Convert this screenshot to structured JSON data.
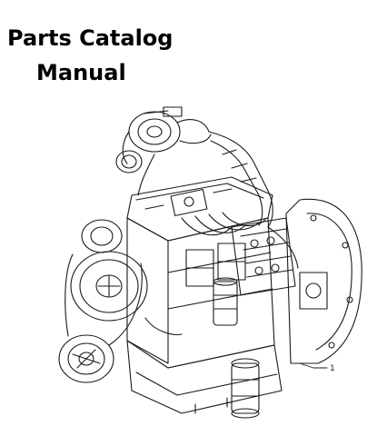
{
  "title": {
    "line1": "Parts Catalog",
    "line2": "Manual"
  },
  "illustration": {
    "subject": "engine-exploded-drawing",
    "callout_number": "1",
    "line_color": "#1a1a1a"
  }
}
